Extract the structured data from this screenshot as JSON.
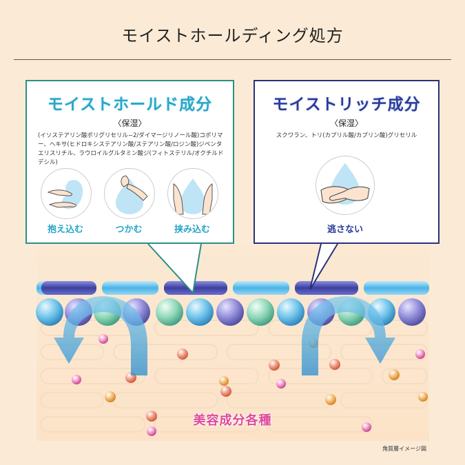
{
  "title": "モイストホールディング処方",
  "left_panel": {
    "heading": "モイストホールド成分",
    "sub": "〈保湿〉",
    "description": "(イソステアリン酸ポリグリセリル−2/ダイマージリノール酸)コポリマー、ヘキサ(ヒドロキシステアリン酸/ステアリン酸/ロジン酸)ジペンタエリスリチル、ラウロイルグルタミン酸ジ(フィトステリル/オクチルドデシル)",
    "actions": [
      {
        "label": "抱え込む",
        "icon": "hands-embrace-icon"
      },
      {
        "label": "つかむ",
        "icon": "hand-grab-icon"
      },
      {
        "label": "挟み込む",
        "icon": "hands-sandwich-icon"
      }
    ]
  },
  "right_panel": {
    "heading": "モイストリッチ成分",
    "sub": "〈保湿〉",
    "description": "スクワラン、トリ(カプリル酸/カプリン酸)グリセリル",
    "actions": [
      {
        "label": "逃さない",
        "icon": "hands-hold-icon"
      }
    ]
  },
  "skin_label": "美容成分各種",
  "note": "角質層イメージ図",
  "colors": {
    "left_accent": "#2a8f86",
    "right_accent": "#2b2f7a",
    "heading_left": "#28a6c8",
    "heading_right": "#2a3b9a",
    "skin_label": "#e0489a"
  }
}
